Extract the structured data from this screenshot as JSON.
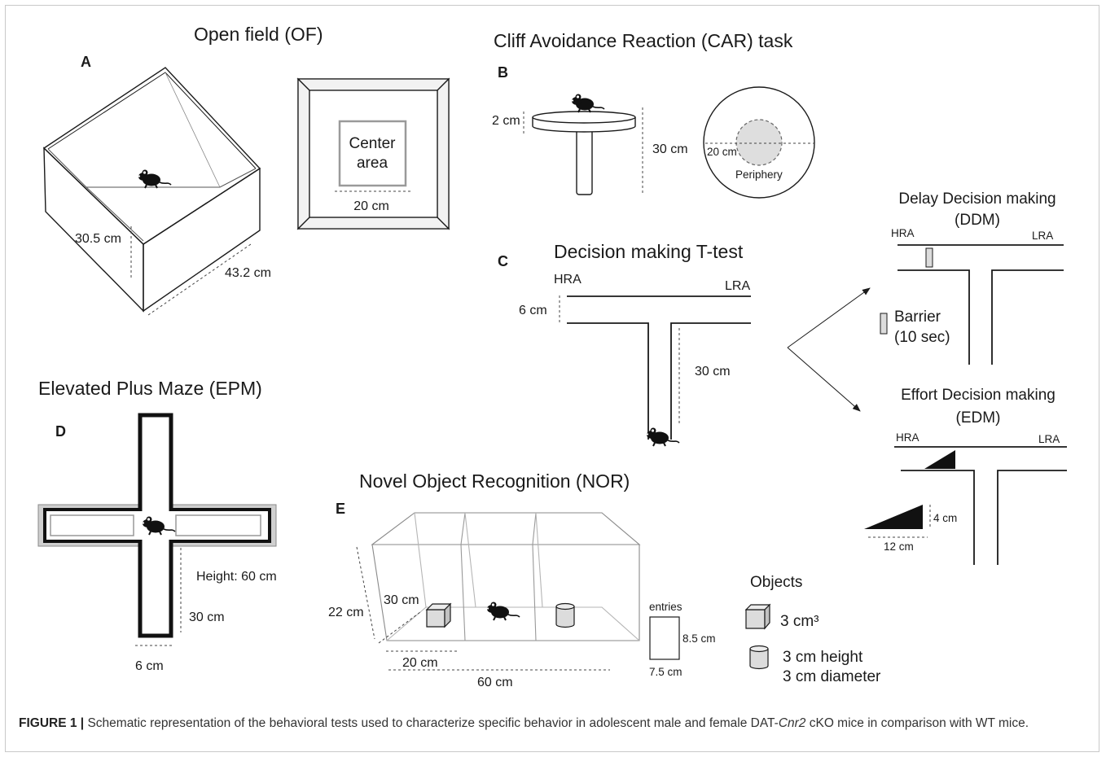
{
  "panels": {
    "A": {
      "letter": "A",
      "title": "Open field (OF)",
      "width_label": "30.5 cm",
      "length_label": "43.2 cm",
      "center_label_1": "Center",
      "center_label_2": "area",
      "center_size": "20 cm"
    },
    "B": {
      "letter": "B",
      "title": "Cliff Avoidance Reaction (CAR) task",
      "platform_height": "2 cm",
      "pole_height": "30 cm",
      "center_diameter": "20 cm",
      "periphery": "Periphery"
    },
    "C": {
      "letter": "C",
      "title": "Decision making T-test",
      "hra": "HRA",
      "lra": "LRA",
      "arm_width": "6 cm",
      "stem_length": "30 cm"
    },
    "DDM": {
      "title_1": "Delay Decision making",
      "title_2": "(DDM)",
      "hra": "HRA",
      "lra": "LRA",
      "barrier_1": "Barrier",
      "barrier_2": "(10 sec)"
    },
    "EDM": {
      "title_1": "Effort Decision making",
      "title_2": "(EDM)",
      "hra": "HRA",
      "lra": "LRA",
      "ramp_height": "4 cm",
      "ramp_length": "12 cm"
    },
    "D": {
      "letter": "D",
      "title": "Elevated Plus Maze (EPM)",
      "height": "Height: 60 cm",
      "arm_length": "30 cm",
      "arm_width": "6 cm"
    },
    "E": {
      "letter": "E",
      "title": "Novel Object Recognition (NOR)",
      "height": "22 cm",
      "depth": "30 cm",
      "compartment": "20 cm",
      "total_length": "60 cm",
      "entries": "entries",
      "entry_height": "8.5 cm",
      "entry_width": "7.5 cm",
      "objects_title": "Objects",
      "cube_label": "3 cm³",
      "cyl_label_1": "3 cm height",
      "cyl_label_2": "3 cm diameter"
    }
  },
  "caption": {
    "label": "FIGURE 1 |",
    "text_1": " Schematic representation of the behavioral tests used to characterize specific behavior in adolescent male and female DAT-",
    "gene": "Cnr2",
    "text_2": " cKO mice in comparison with WT mice."
  },
  "colors": {
    "line": "#1a1a1a",
    "object_fill": "#dcdcdc",
    "center_fill": "#dedede",
    "frame": "#c9c9c9"
  }
}
